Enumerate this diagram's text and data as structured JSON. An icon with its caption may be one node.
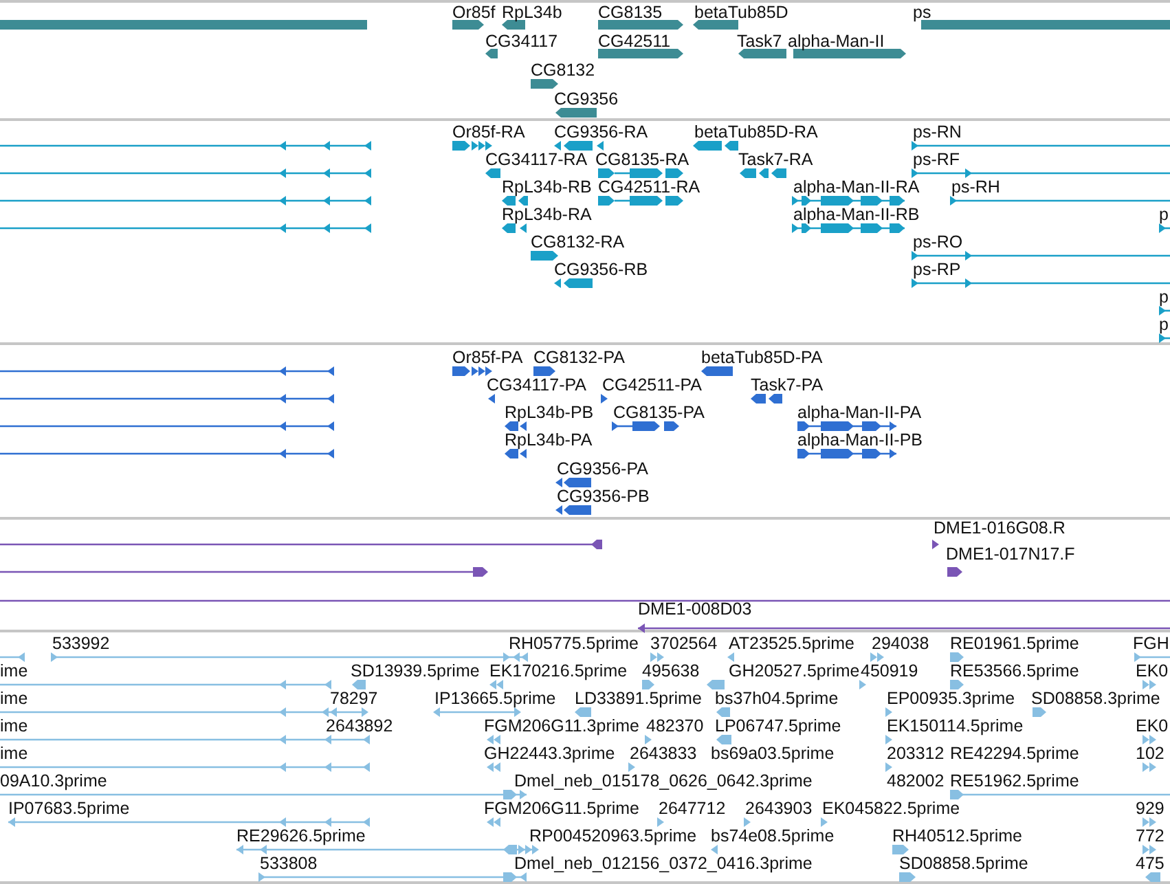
{
  "diagram": {
    "labels": [
      "Or85f",
      "RpL34b",
      "CG8135",
      "betaTub85D",
      "ps",
      "CG34117",
      "CG42511",
      "Task7",
      "alpha-Man-II",
      "CG8132",
      "CG9356",
      "Or85f-RA",
      "CG9356-RA",
      "betaTub85D-RA",
      "ps-RN",
      "CG34117-RA",
      "CG8135-RA",
      "Task7-RA",
      "ps-RF",
      "RpL34b-RB",
      "CG42511-RA",
      "alpha-Man-II-RA",
      "ps-RH",
      "RpL34b-RA",
      "alpha-Man-II-RB",
      "p",
      "CG8132-RA",
      "ps-RO",
      "CG9356-RB",
      "ps-RP",
      "p",
      "p",
      "Or85f-PA",
      "CG8132-PA",
      "betaTub85D-PA",
      "CG34117-PA",
      "CG42511-PA",
      "Task7-PA",
      "RpL34b-PB",
      "CG8135-PA",
      "alpha-Man-II-PA",
      "RpL34b-PA",
      "alpha-Man-II-PB",
      "CG9356-PA",
      "CG9356-PB",
      "DME1-016G08.R",
      "DME1-017N17.F",
      "DME1-008D03",
      "533992",
      "RH05775.5prime",
      "3702564",
      "AT23525.5prime",
      "294038",
      "RE01961.5prime",
      "FGH",
      "ime",
      "SD13939.5prime",
      "EK170216.5prime",
      "495638",
      "GH20527.5prime",
      "450919",
      "RE53566.5prime",
      "EK0",
      "ime",
      "78297",
      "IP13665.5prime",
      "LD33891.5prime",
      "bs37h04.5prime",
      "EP00935.3prime",
      "SD08858.3prime",
      "ime",
      "2643892",
      "FGM206G11.3prime",
      "482370",
      "LP06747.5prime",
      "EK150114.5prime",
      "EK0",
      "ime",
      "GH22443.3prime",
      "2643833",
      "bs69a03.5prime",
      "203312",
      "RE42294.5prime",
      "102",
      "09A10.3prime",
      "Dmel_neb_015178_0626_0642.3prime",
      "482002",
      "RE51962.5prime",
      "IP07683.5prime",
      "FGM206G11.5prime",
      "2647712",
      "2643903",
      "EK045822.5prime",
      "929",
      "RE29626.5prime",
      "RP004520963.5prime",
      "bs74e08.5prime",
      "RH40512.5prime",
      "772",
      "533808",
      "Dmel_neb_012156_0372_0416.3prime",
      "SD08858.5prime",
      "475"
    ]
  }
}
